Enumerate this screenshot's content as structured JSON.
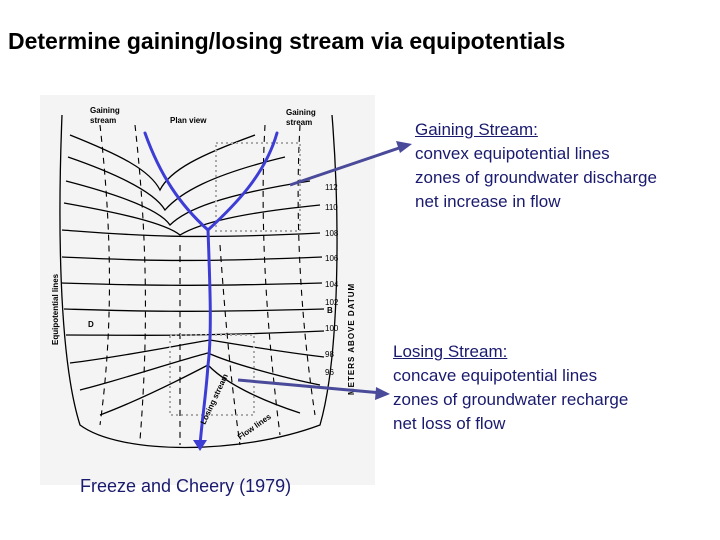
{
  "title": "Determine gaining/losing stream via equipotentials",
  "figure": {
    "plan_label": "Plan view",
    "gaining_left": [
      "Gaining",
      "stream"
    ],
    "gaining_right": [
      "Gaining",
      "stream"
    ],
    "equipotential_label": "Equipotential lines",
    "flow_label": "Flow lines",
    "losing_label": "Losing stream",
    "datum_label": "METERS ABOVE DATUM",
    "contours": [
      "112",
      "110",
      "108",
      "106",
      "104",
      "102",
      "100",
      "98",
      "96"
    ],
    "d_label": "D",
    "b_label": "B"
  },
  "caption": "Freeze and Cheery (1979)",
  "gaining_note": {
    "heading": "Gaining Stream:",
    "lines": [
      "convex equipotential lines",
      "zones of groundwater discharge",
      "net increase in flow"
    ]
  },
  "losing_note": {
    "heading": "Losing Stream:",
    "lines": [
      "concave equipotential lines",
      "zones of groundwater recharge",
      "net loss of flow"
    ]
  },
  "colors": {
    "stream": "#3d3dd6",
    "arrow": "#4a4a9a",
    "note_text": "#1a1a6e"
  }
}
